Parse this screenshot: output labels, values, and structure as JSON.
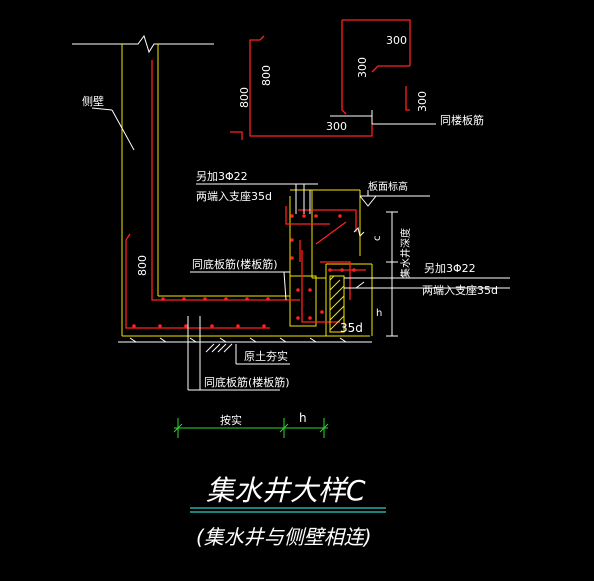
{
  "drawing": {
    "title": "集水井大样C",
    "subtitle": "(集水井与侧壁相连)",
    "colors": {
      "background": "#000000",
      "concrete_outline": "#f5e600",
      "rebar": "#ff2020",
      "leader": "#ffffff",
      "dimension": "#2fd62f",
      "title_underline": "#33ffff"
    },
    "labels": {
      "side_wall": "侧壁",
      "extra_bars_top": "另加3Φ22",
      "extra_bars_top_anchor": "两端入支座35d",
      "extra_bars_right": "另加3Φ22",
      "extra_bars_right_anchor": "两端入支座35d",
      "slab_level": "板面标高",
      "same_bottom_bars_upper": "同底板筋(楼板筋)",
      "same_bottom_bars_lower": "同底板筋(楼板筋)",
      "original_soil": "原土夯实",
      "same_floor_bars": "同楼板筋",
      "well_depth": "集水井深度",
      "per_actual": "按实",
      "h_bottom": "h",
      "h_right": "h",
      "c_mark": "c",
      "anchor_35d": "35d"
    },
    "dimensions": {
      "wall_800": "800",
      "detail_800_a": "800",
      "detail_800_b": "800",
      "detail_300_top": "300",
      "detail_300_mid": "300",
      "detail_300_right": "300",
      "detail_300_bottom": "300"
    }
  }
}
